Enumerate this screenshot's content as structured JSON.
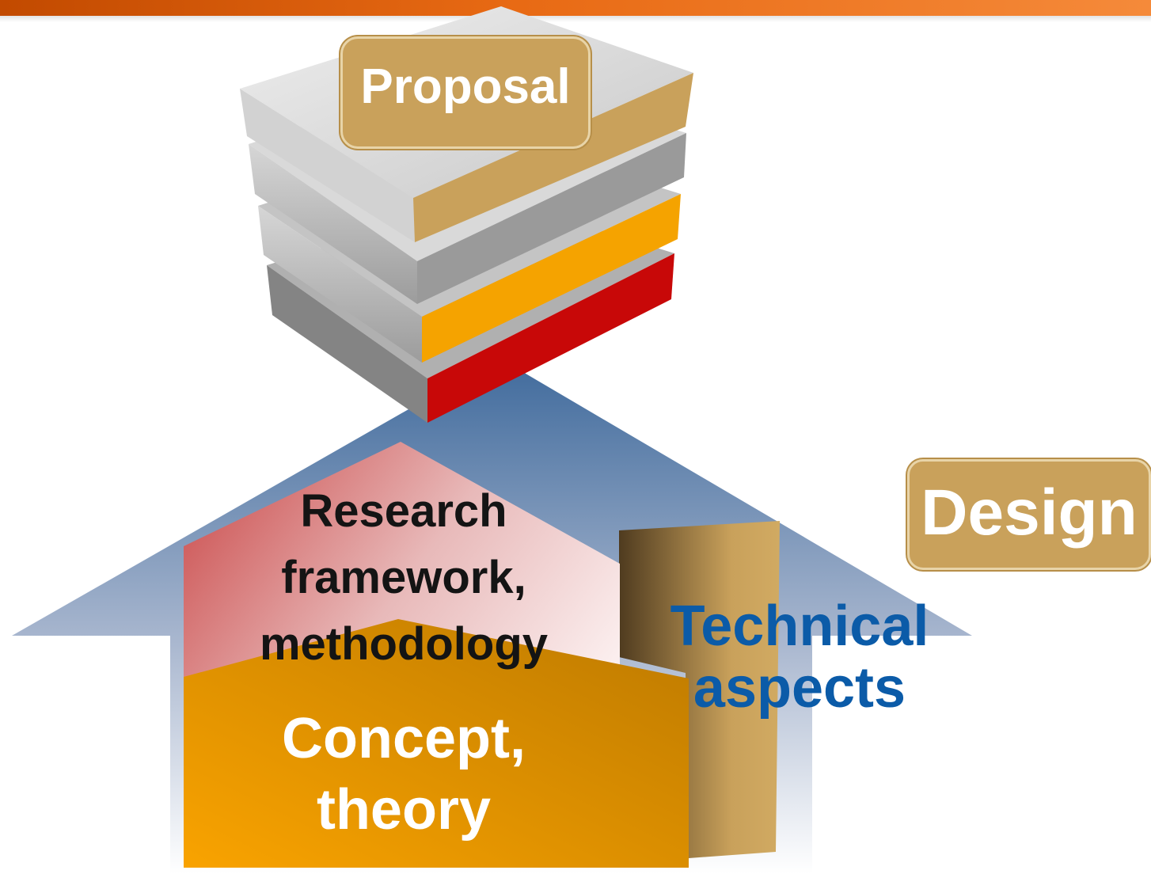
{
  "header": {
    "accent_color": "#e86a14"
  },
  "diagram": {
    "stack": {
      "label": "Proposal",
      "layer_colors": [
        "#c9a15b",
        "#9a9a9a",
        "#f5a300",
        "#c80808"
      ]
    },
    "house": {
      "roof_label": "Research framework, methodology",
      "roof_color": "#cc4444",
      "base_label": "Concept, theory",
      "base_color": "#f09a00",
      "pillar_label": "Technical aspects",
      "pillar_label_color": "#0b5ba8",
      "pillar_color": "#c9a15b"
    },
    "arrow": {
      "color": "#3f6a9c"
    },
    "design_badge": {
      "label": "Design"
    }
  }
}
